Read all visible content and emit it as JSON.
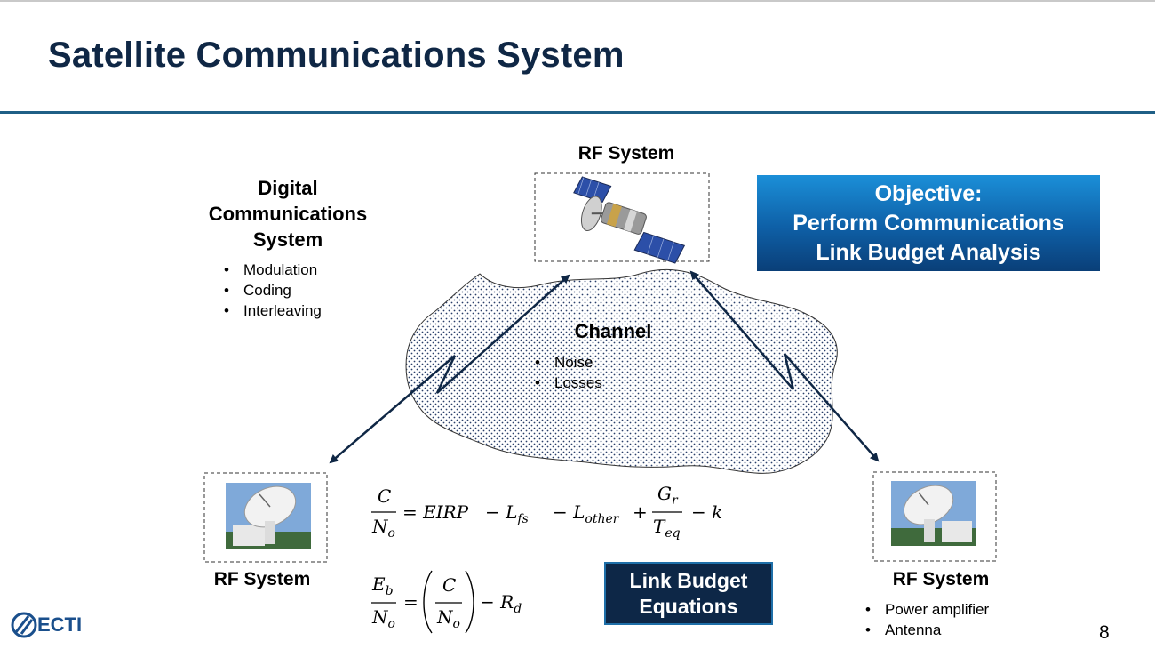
{
  "slide": {
    "title": "Satellite Communications System",
    "page_number": "8"
  },
  "digital": {
    "title_lines": [
      "Digital",
      "Communications",
      "System"
    ],
    "bullets": [
      "Modulation",
      "Coding",
      "Interleaving"
    ]
  },
  "rf_top": {
    "label": "RF System"
  },
  "rf_left": {
    "label": "RF System"
  },
  "rf_right": {
    "label": "RF System",
    "bullets": [
      "Power amplifier",
      "Antenna"
    ]
  },
  "channel": {
    "label": "Channel",
    "bullets": [
      "Noise",
      "Losses"
    ]
  },
  "objective": {
    "lines": [
      "Objective:",
      "Perform Communications",
      "Link Budget Analysis"
    ]
  },
  "link_budget": {
    "lines": [
      "Link Budget",
      "Equations"
    ]
  },
  "equations": {
    "eq1": {
      "lhs_num": "C",
      "lhs_den": "N",
      "lhs_den_sub": "o",
      "eirp": "= EIRP",
      "lfs": "− L",
      "lfs_sub": "fs",
      "lother": "− L",
      "lother_sub": "other",
      "plus": "+",
      "g_num": "G",
      "g_num_sub": "r",
      "t_den": "T",
      "t_den_sub": "eq",
      "k": "− k"
    },
    "eq2": {
      "lhs_num": "E",
      "lhs_num_sub": "b",
      "lhs_den": "N",
      "lhs_den_sub": "o",
      "eq": "=",
      "inner_num": "C",
      "inner_den": "N",
      "inner_den_sub": "o",
      "rd": "− R",
      "rd_sub": "d"
    }
  },
  "logo": {
    "text": "ECTI"
  },
  "colors": {
    "title": "#0f2745",
    "rule": "#1f5f86",
    "objective": "#0e5fa6",
    "lbe": "#0d2747",
    "arrow": "#0f2745"
  }
}
